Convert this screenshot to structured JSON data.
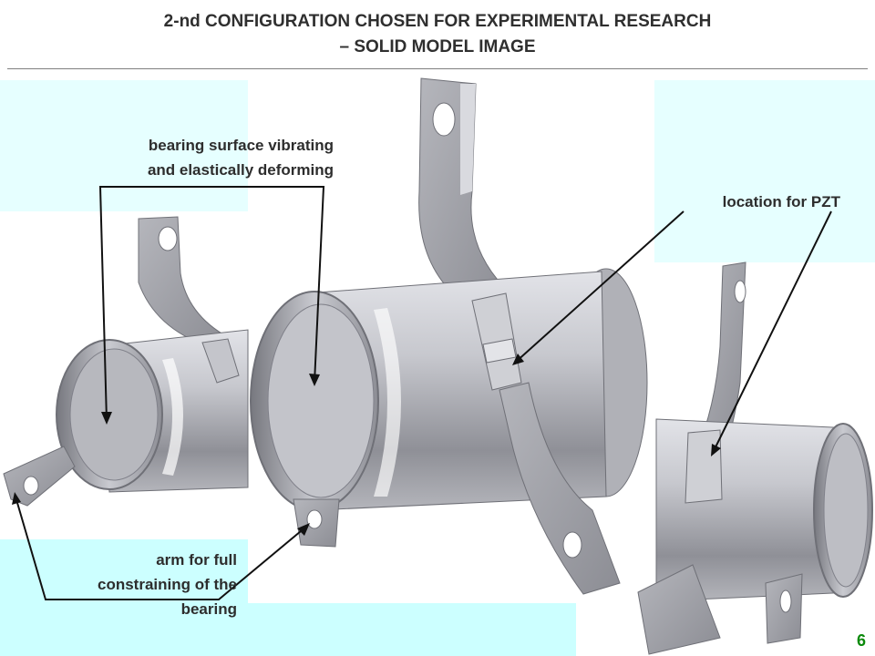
{
  "slide": {
    "title_line1": "2-nd CONFIGURATION CHOSEN FOR EXPERIMENTAL RESEARCH",
    "title_line2": "– SOLID MODEL IMAGE",
    "page_number": "6"
  },
  "annotations": {
    "bearing_surface_line1": "bearing surface vibrating",
    "bearing_surface_line2": "and elastically deforming",
    "pzt_location": "location for PZT",
    "arm_line1": "arm for full",
    "arm_line2": "constraining of the",
    "arm_line3": "bearing"
  },
  "colors": {
    "title": "#2f2f2f",
    "page_number": "#0b8a0b",
    "panel_light": "#e6ffff",
    "panel_cyan": "#ccffff",
    "model_gray": "#a9aab0"
  }
}
